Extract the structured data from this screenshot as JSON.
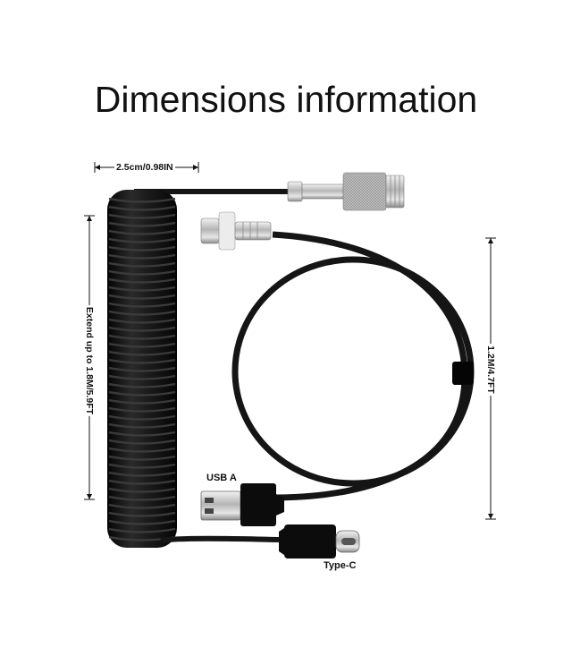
{
  "title": "Dimensions information",
  "dimensions": {
    "width": "2.5cm/0.98IN",
    "coil_extend": "Extend up to 1.8M/5.9FT",
    "straight_length": "1.2M/4.7FT"
  },
  "connectors": {
    "usb_a": "USB A",
    "type_c": "Type-C"
  },
  "colors": {
    "cable": "#151515",
    "metal": "#c9c9c9",
    "background": "#ffffff"
  }
}
